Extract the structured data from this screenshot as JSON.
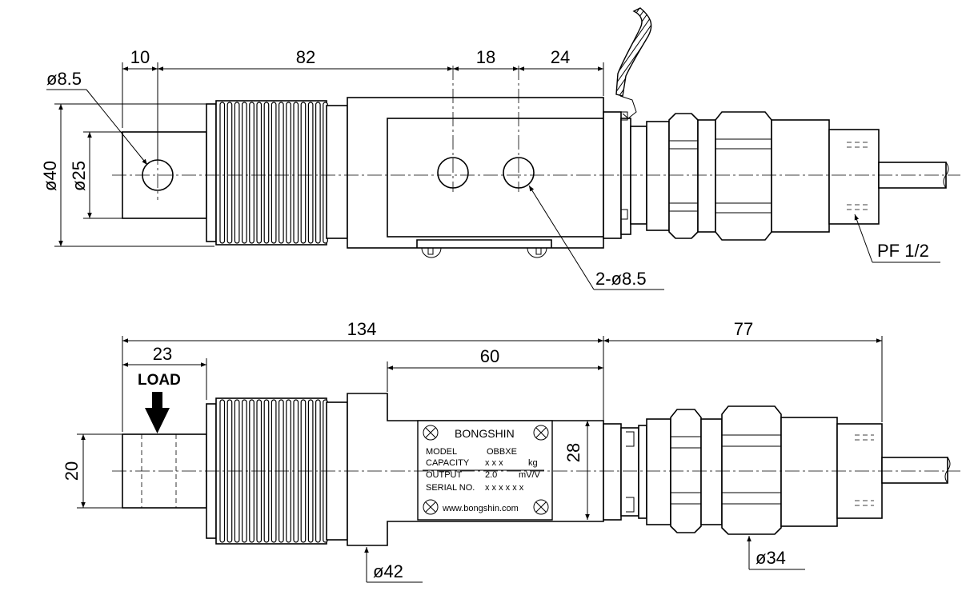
{
  "top_view": {
    "dims": {
      "d10": "10",
      "d82": "82",
      "d18": "18",
      "d24": "24"
    },
    "dia_hole": "ø8.5",
    "dia_40": "ø40",
    "dia_25": "ø25",
    "holes_label": "2-ø8.5",
    "thread_label": "PF 1/2"
  },
  "side_view": {
    "dims": {
      "d134": "134",
      "d77": "77",
      "d23": "23",
      "d60": "60",
      "d20": "20",
      "d28": "28"
    },
    "load_label": "LOAD",
    "dia_42": "ø42",
    "dia_34": "ø34"
  },
  "nameplate": {
    "brand": "BONGSHIN",
    "model_label": "MODEL",
    "model_value": "OBBXE",
    "capacity_label": "CAPACITY",
    "capacity_value": "x x x",
    "capacity_unit": "kg",
    "output_label": "OUTPUT",
    "output_value": "2.0",
    "output_unit": "mV/V",
    "serial_label": "SERIAL NO.",
    "serial_value": "x x x x x x",
    "website": "www.bongshin.com"
  }
}
